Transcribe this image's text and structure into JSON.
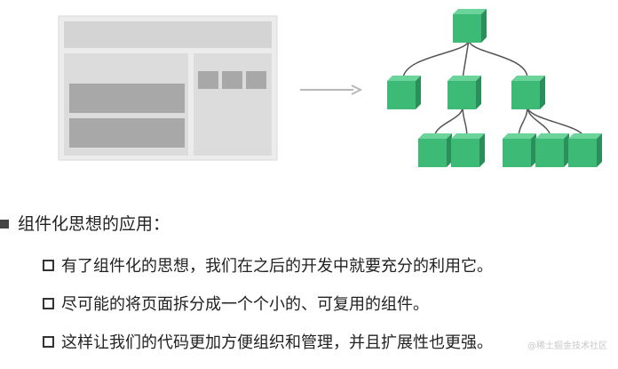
{
  "heading": "组件化思想的应用：",
  "bullets": [
    "有了组件化的思想，我们在之后的开发中就要充分的利用它。",
    "尽可能的将页面拆分成一个个小的、可复用的组件。",
    "这样让我们的代码更加方便组织和管理，并且扩展性也更强。"
  ],
  "watermark": "@稀土掘金技术社区",
  "colors": {
    "cube_front": "#3dba76",
    "cube_top": "#6ad49a",
    "cube_side": "#2a8f58",
    "layout_bg": "#e6e6e6",
    "layout_block": "#c8c8c8",
    "layout_dark": "#a6a6a6",
    "arrow": "#b8b8b8"
  }
}
